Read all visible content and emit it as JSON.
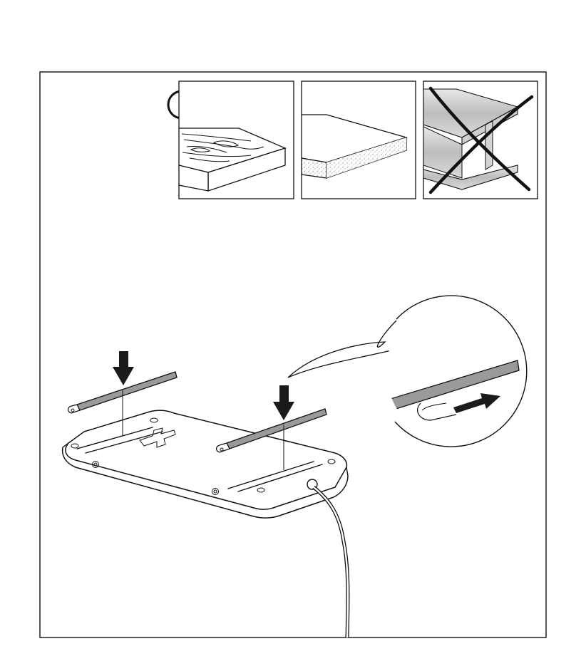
{
  "page": {
    "info_icon": "info-circle-icon",
    "panels": [
      {
        "name": "wood-surface",
        "verdict": "ok"
      },
      {
        "name": "particleboard-surface",
        "verdict": "ok"
      },
      {
        "name": "metal-beam-surface",
        "verdict": "not-allowed",
        "mark_icon": "cross-mark-icon"
      }
    ],
    "main_illustration": "wireless-charger-with-adhesive-strips",
    "detail_icon": "peel-backing-arrow-icon",
    "colors": {
      "line": "#111111",
      "strip": "#9a9a9a",
      "arrow": "#1a1a1a"
    }
  }
}
